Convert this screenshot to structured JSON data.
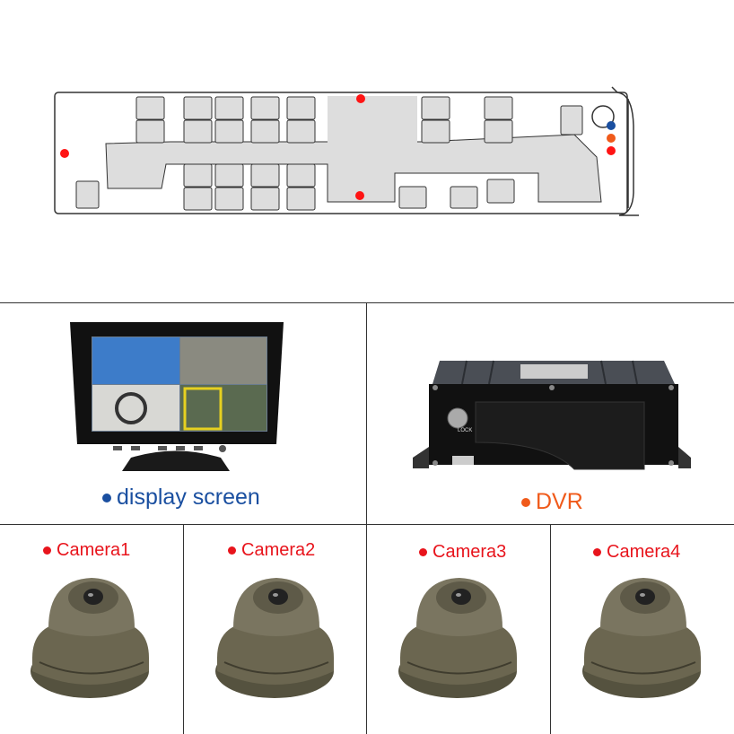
{
  "layout_diagram": {
    "markers": [
      {
        "kind": "camera",
        "color": "#ff1414"
      },
      {
        "kind": "camera",
        "color": "#ff1414"
      },
      {
        "kind": "camera",
        "color": "#ff1414"
      },
      {
        "kind": "camera",
        "color": "#ff1414"
      },
      {
        "kind": "display screen",
        "color": "#1a4fa0"
      },
      {
        "kind": "DVR",
        "color": "#f05a1a"
      }
    ]
  },
  "products": {
    "display": {
      "label": "display screen",
      "color": "#1a4fa0"
    },
    "dvr": {
      "label": "DVR",
      "color": "#f05a1a",
      "lock_text": "LOCK"
    },
    "cameras": [
      {
        "label": "Camera1",
        "color": "#e8141c"
      },
      {
        "label": "Camera2",
        "color": "#e8141c"
      },
      {
        "label": "Camera3",
        "color": "#e8141c"
      },
      {
        "label": "Camera4",
        "color": "#e8141c"
      }
    ]
  }
}
